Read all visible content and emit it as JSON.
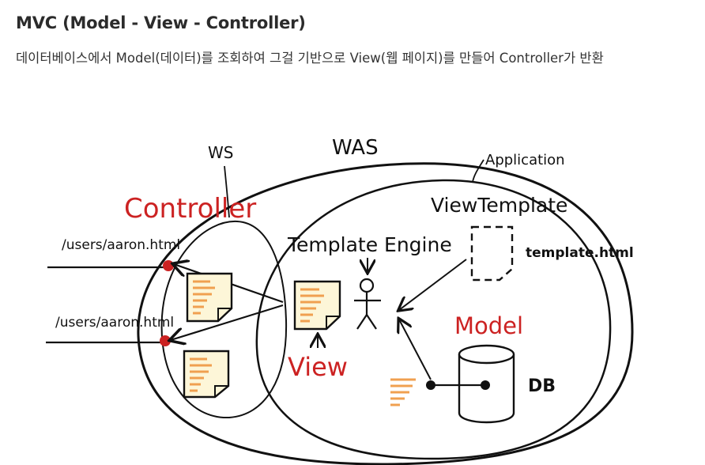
{
  "heading": {
    "title": "MVC (Model - View - Controller)",
    "description": "데이터베이스에서 Model(데이터)를 조회하여 그걸 기반으로 View(웹 페이지)를 만들어 Controller가 반환"
  },
  "diagram": {
    "labels": {
      "ws": "WS",
      "was": "WAS",
      "application": "Application",
      "controller": "Controller",
      "view_template": "ViewTemplate",
      "template_engine": "Template Engine",
      "template_file": "template.html",
      "url_1": "/users/aaron.html",
      "url_2": "/users/aaron.html",
      "view": "View",
      "model": "Model",
      "db": "DB"
    },
    "colors": {
      "ink": "#111111",
      "accent_red": "#cc2222",
      "doc_fill": "#fdf6d8",
      "doc_lines": "#f0a050"
    }
  }
}
